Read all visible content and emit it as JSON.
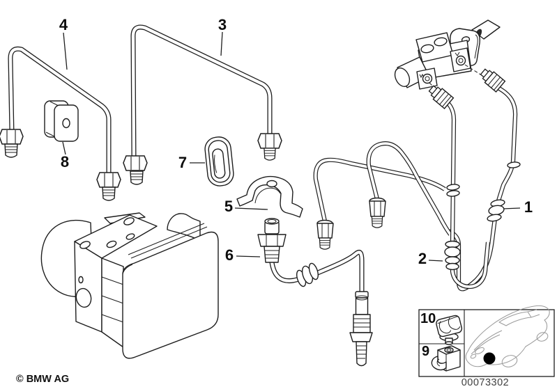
{
  "diagram": {
    "type": "parts-diagram",
    "subject": "brake-pipe-front-with-abs-dsc-unit",
    "background_color": "#ffffff",
    "line_color": "#1d1d1d",
    "car_outline_color": "#9b9b9b",
    "marker_color": "#000000"
  },
  "callouts": [
    {
      "label": "1"
    },
    {
      "label": "2"
    },
    {
      "label": "3"
    },
    {
      "label": "4"
    },
    {
      "label": "5"
    },
    {
      "label": "6"
    },
    {
      "label": "7"
    },
    {
      "label": "8"
    },
    {
      "label": "9"
    },
    {
      "label": "10"
    }
  ],
  "footer": {
    "copyright": "© BMW AG",
    "part_number": "00073302"
  }
}
